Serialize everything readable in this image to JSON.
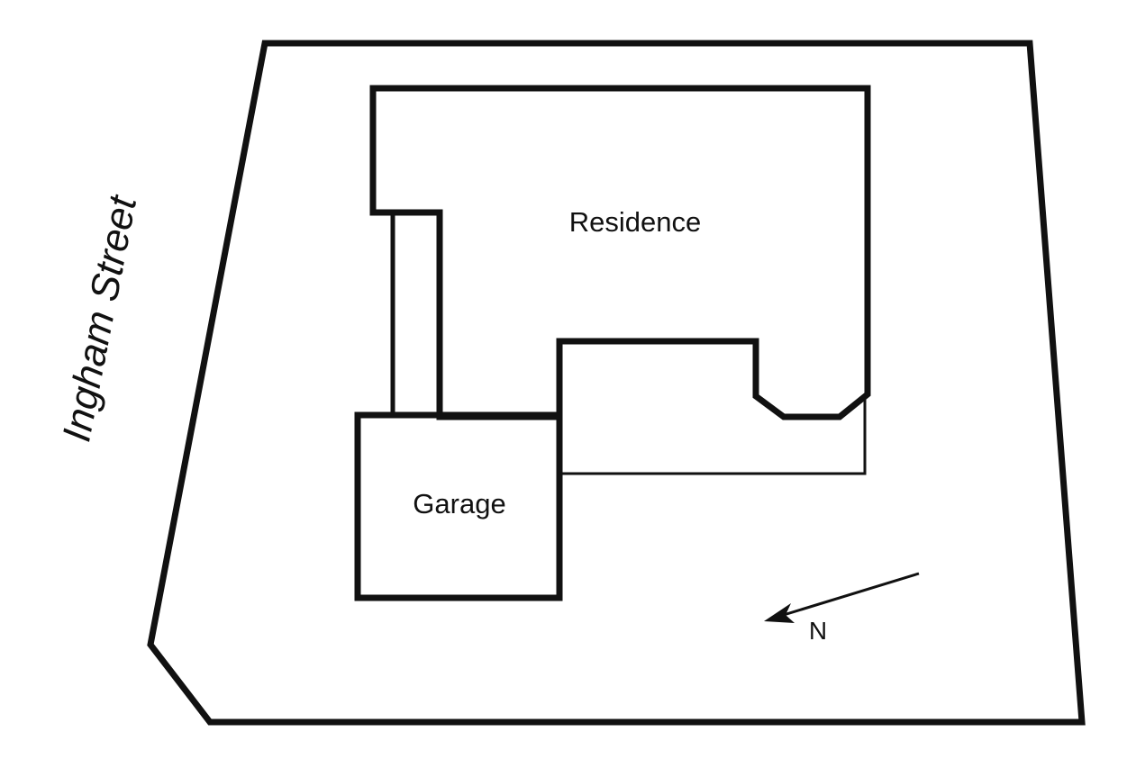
{
  "site_plan": {
    "street_label": "Ingham Street",
    "residence_label": "Residence",
    "garage_label": "Garage",
    "north_label": "N",
    "line_color": "#111111",
    "background_color": "#ffffff"
  }
}
